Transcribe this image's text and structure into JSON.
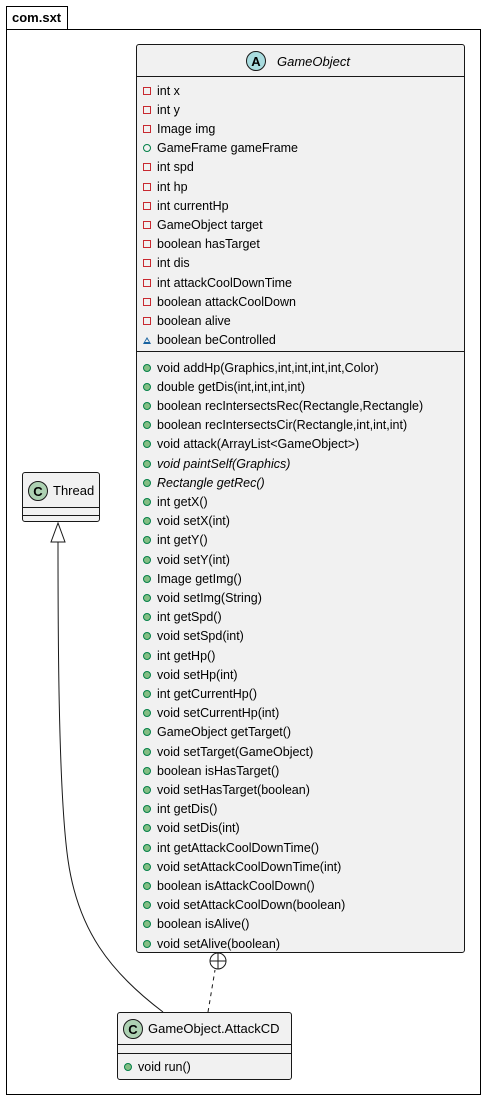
{
  "package": {
    "name": "com.sxt"
  },
  "classes": {
    "game_object": {
      "name": "GameObject",
      "badge": "A",
      "kind": "abstract",
      "fields": [
        {
          "vis": "private",
          "text": "int x"
        },
        {
          "vis": "private",
          "text": "int y"
        },
        {
          "vis": "private",
          "text": "Image img"
        },
        {
          "vis": "public",
          "text": "GameFrame gameFrame"
        },
        {
          "vis": "private",
          "text": "int spd"
        },
        {
          "vis": "private",
          "text": "int hp"
        },
        {
          "vis": "private",
          "text": "int currentHp"
        },
        {
          "vis": "private",
          "text": "GameObject target"
        },
        {
          "vis": "private",
          "text": "boolean hasTarget"
        },
        {
          "vis": "private",
          "text": "int dis"
        },
        {
          "vis": "private",
          "text": "int attackCoolDownTime"
        },
        {
          "vis": "private",
          "text": "boolean attackCoolDown"
        },
        {
          "vis": "private",
          "text": "boolean alive"
        },
        {
          "vis": "package",
          "text": "boolean beControlled"
        }
      ],
      "methods": [
        {
          "vis": "public",
          "text": "void addHp(Graphics,int,int,int,int,Color)"
        },
        {
          "vis": "public",
          "text": "double getDis(int,int,int,int)"
        },
        {
          "vis": "public",
          "text": "boolean recIntersectsRec(Rectangle,Rectangle)"
        },
        {
          "vis": "public",
          "text": "boolean recIntersectsCir(Rectangle,int,int,int)"
        },
        {
          "vis": "public",
          "text": "void attack(ArrayList<GameObject>)"
        },
        {
          "vis": "public",
          "text": "void paintSelf(Graphics)",
          "abstract": true
        },
        {
          "vis": "public",
          "text": "Rectangle getRec()",
          "abstract": true
        },
        {
          "vis": "public",
          "text": "int getX()"
        },
        {
          "vis": "public",
          "text": "void setX(int)"
        },
        {
          "vis": "public",
          "text": "int getY()"
        },
        {
          "vis": "public",
          "text": "void setY(int)"
        },
        {
          "vis": "public",
          "text": "Image getImg()"
        },
        {
          "vis": "public",
          "text": "void setImg(String)"
        },
        {
          "vis": "public",
          "text": "int getSpd()"
        },
        {
          "vis": "public",
          "text": "void setSpd(int)"
        },
        {
          "vis": "public",
          "text": "int getHp()"
        },
        {
          "vis": "public",
          "text": "void setHp(int)"
        },
        {
          "vis": "public",
          "text": "int getCurrentHp()"
        },
        {
          "vis": "public",
          "text": "void setCurrentHp(int)"
        },
        {
          "vis": "public",
          "text": "GameObject getTarget()"
        },
        {
          "vis": "public",
          "text": "void setTarget(GameObject)"
        },
        {
          "vis": "public",
          "text": "boolean isHasTarget()"
        },
        {
          "vis": "public",
          "text": "void setHasTarget(boolean)"
        },
        {
          "vis": "public",
          "text": "int getDis()"
        },
        {
          "vis": "public",
          "text": "void setDis(int)"
        },
        {
          "vis": "public",
          "text": "int getAttackCoolDownTime()"
        },
        {
          "vis": "public",
          "text": "void setAttackCoolDownTime(int)"
        },
        {
          "vis": "public",
          "text": "boolean isAttackCoolDown()"
        },
        {
          "vis": "public",
          "text": "void setAttackCoolDown(boolean)"
        },
        {
          "vis": "public",
          "text": "boolean isAlive()"
        },
        {
          "vis": "public",
          "text": "void setAlive(boolean)"
        }
      ]
    },
    "thread": {
      "name": "Thread",
      "badge": "C",
      "kind": "class",
      "fields": [],
      "methods": []
    },
    "attack_cd": {
      "name": "GameObject.AttackCD",
      "badge": "C",
      "kind": "class",
      "fields": [],
      "methods": [
        {
          "vis": "public",
          "text": "void run()"
        }
      ]
    }
  },
  "relations": [
    {
      "from": "attack_cd",
      "to": "thread",
      "type": "extends"
    },
    {
      "from": "attack_cd",
      "to": "game_object",
      "type": "nested"
    }
  ],
  "colors": {
    "class_fill": "#f1f1f1",
    "abstract_badge": "#a9dcdf",
    "class_badge": "#add1b2",
    "private_marker": "#c82930",
    "public_marker": "#038048",
    "package_marker": "#1963a0"
  }
}
